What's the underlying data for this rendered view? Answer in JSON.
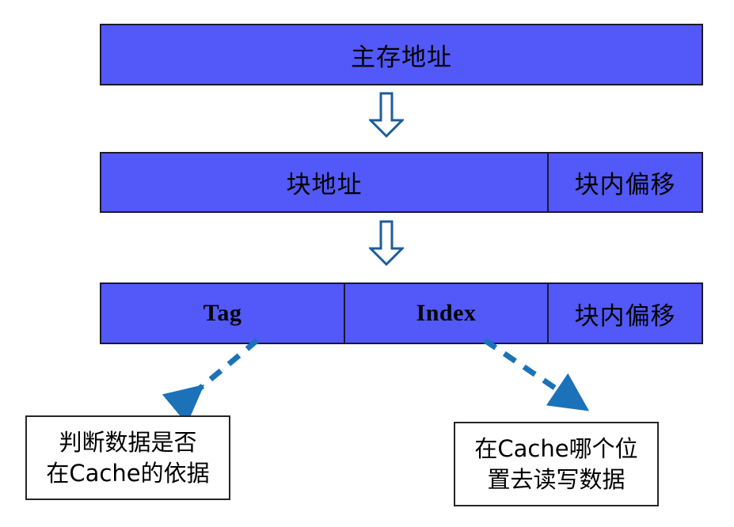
{
  "diagram": {
    "title": "Cache address decomposition diagram",
    "colors": {
      "bar_fill": "#5259F8",
      "bar_border": "#1a1a2e",
      "block_arrow_stroke": "#1F5C99",
      "dashed_arrow": "#1B72B8",
      "note_border": "#262626",
      "background": "#ffffff"
    },
    "rows": [
      {
        "name": "main-address-row",
        "fields": [
          {
            "label": "主存地址",
            "script": "cjk"
          }
        ]
      },
      {
        "name": "block-address-row",
        "fields": [
          {
            "label": "块地址",
            "script": "cjk"
          },
          {
            "label": "块内偏移",
            "script": "cjk"
          }
        ]
      },
      {
        "name": "tag-index-row",
        "fields": [
          {
            "label": "Tag",
            "script": "latin"
          },
          {
            "label": "Index",
            "script": "latin"
          },
          {
            "label": "块内偏移",
            "script": "cjk"
          }
        ]
      }
    ],
    "flow_arrows": [
      {
        "name": "arrow-main-to-block",
        "direction": "down"
      },
      {
        "name": "arrow-block-to-tagindex",
        "direction": "down"
      }
    ],
    "notes": [
      {
        "name": "tag-note",
        "from": "Tag",
        "lines": [
          "判断数据是否",
          "在Cache的依据"
        ]
      },
      {
        "name": "index-note",
        "from": "Index",
        "lines": [
          "在Cache哪个位",
          "置去读写数据"
        ]
      }
    ]
  }
}
